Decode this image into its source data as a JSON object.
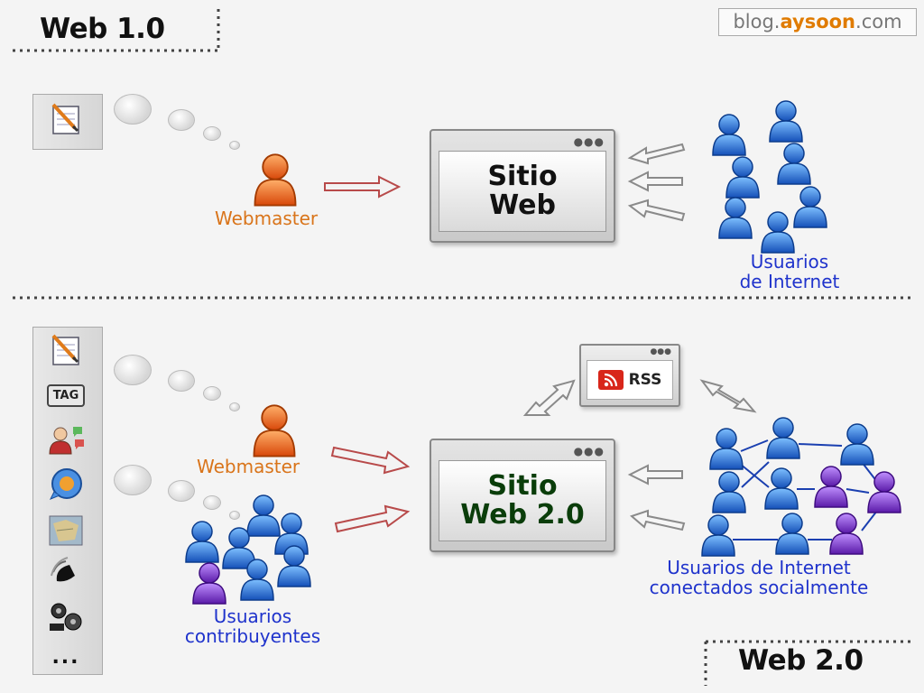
{
  "watermark": {
    "prefix": "blog.",
    "brand": "aysoon",
    "suffix": ".com"
  },
  "labels": {
    "web1": "Web 1.0",
    "web2": "Web 2.0"
  },
  "web1_section": {
    "site_line1": "Sitio",
    "site_line2": "Web",
    "webmaster": "Webmaster",
    "users_line1": "Usuarios",
    "users_line2": "de Internet"
  },
  "web2_section": {
    "site_line1": "Sitio",
    "site_line2": "Web 2.0",
    "webmaster": "Webmaster",
    "contrib_line1": "Usuarios",
    "contrib_line2": "contribuyentes",
    "social_line1": "Usuarios de Internet",
    "social_line2": "conectados socialmente",
    "rss": "RSS",
    "tools_more": "..."
  },
  "tools": {
    "tag": "TAG"
  },
  "icons": {
    "web1_tools": [
      "notepad-pencil-icon"
    ],
    "web2_tools": [
      "notepad-pencil-icon",
      "tag-icon",
      "user-chat-icon",
      "messenger-icon",
      "map-icon",
      "audio-icon",
      "film-reel-icon",
      "more-icon"
    ]
  },
  "colors": {
    "webmaster": "#e8601a",
    "user_blue": "#1f6fd6",
    "user_purple": "#7a2ec9",
    "caption_blue": "#1f33cc",
    "caption_orange": "#d9741a",
    "arrow_red": "#b84a4a"
  }
}
